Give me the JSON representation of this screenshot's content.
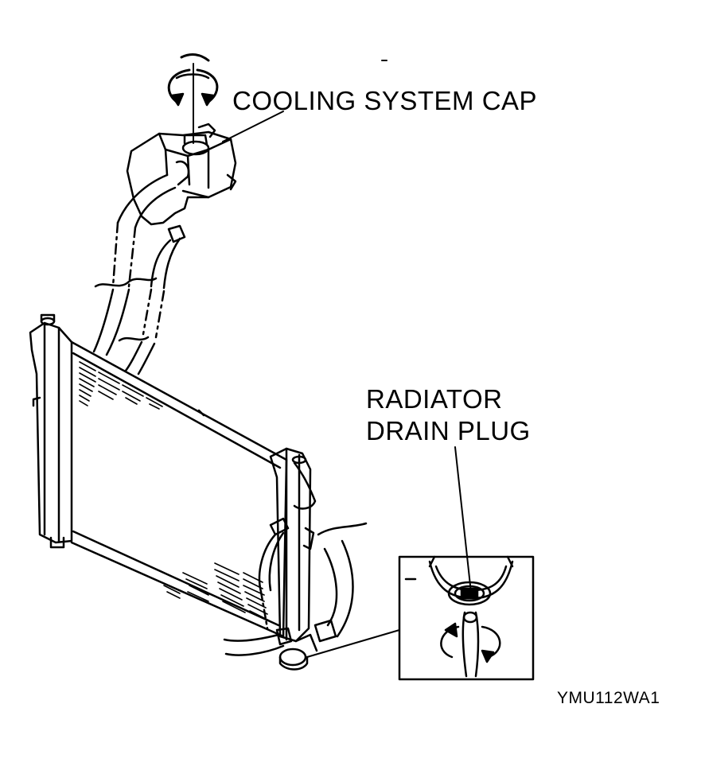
{
  "labels": {
    "cooling_system_cap": "COOLING SYSTEM CAP",
    "radiator_drain_plug_line1": "RADIATOR",
    "radiator_drain_plug_line2": "DRAIN PLUG",
    "figure_code": "YMU112WA1"
  },
  "icons": {
    "cap_rotation": "rotation-arrows-icon",
    "drain_rotation": "rotation-arrows-icon"
  },
  "colors": {
    "ink": "#000000",
    "paper": "#ffffff"
  }
}
